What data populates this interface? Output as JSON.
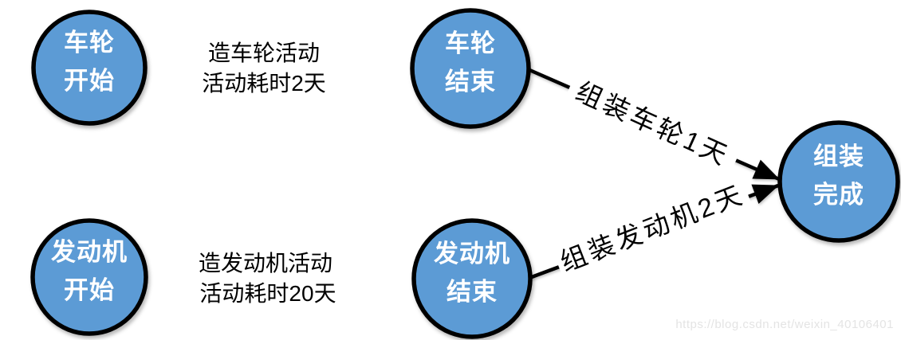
{
  "diagram": {
    "type": "activity-network",
    "nodes": [
      {
        "id": "wheel-start",
        "line1": "车轮",
        "line2": "开始"
      },
      {
        "id": "wheel-end",
        "line1": "车轮",
        "line2": "结束"
      },
      {
        "id": "engine-start",
        "line1": "发动机",
        "line2": "开始"
      },
      {
        "id": "engine-end",
        "line1": "发动机",
        "line2": "结束"
      },
      {
        "id": "assembly-complete",
        "line1": "组装",
        "line2": "完成"
      }
    ],
    "edges": [
      {
        "from": "wheel-start",
        "to": "wheel-end",
        "label_line1": "造车轮活动",
        "label_line2": "活动耗时2天"
      },
      {
        "from": "engine-start",
        "to": "engine-end",
        "label_line1": "造发动机活动",
        "label_line2": "活动耗时20天"
      },
      {
        "from": "wheel-end",
        "to": "assembly-complete",
        "label": "组装车轮1天"
      },
      {
        "from": "engine-end",
        "to": "assembly-complete",
        "label": "组装发动机2天"
      }
    ],
    "colors": {
      "node_fill": "#5b9bd5",
      "node_border": "#000000",
      "node_text": "#ffffff",
      "edge_line": "#000000",
      "edge_label_text": "#000000",
      "background": "#ffffff",
      "watermark_text": "#e4e4e4"
    }
  },
  "watermark": {
    "text": "https://blog.csdn.net/weixin_40106401"
  }
}
